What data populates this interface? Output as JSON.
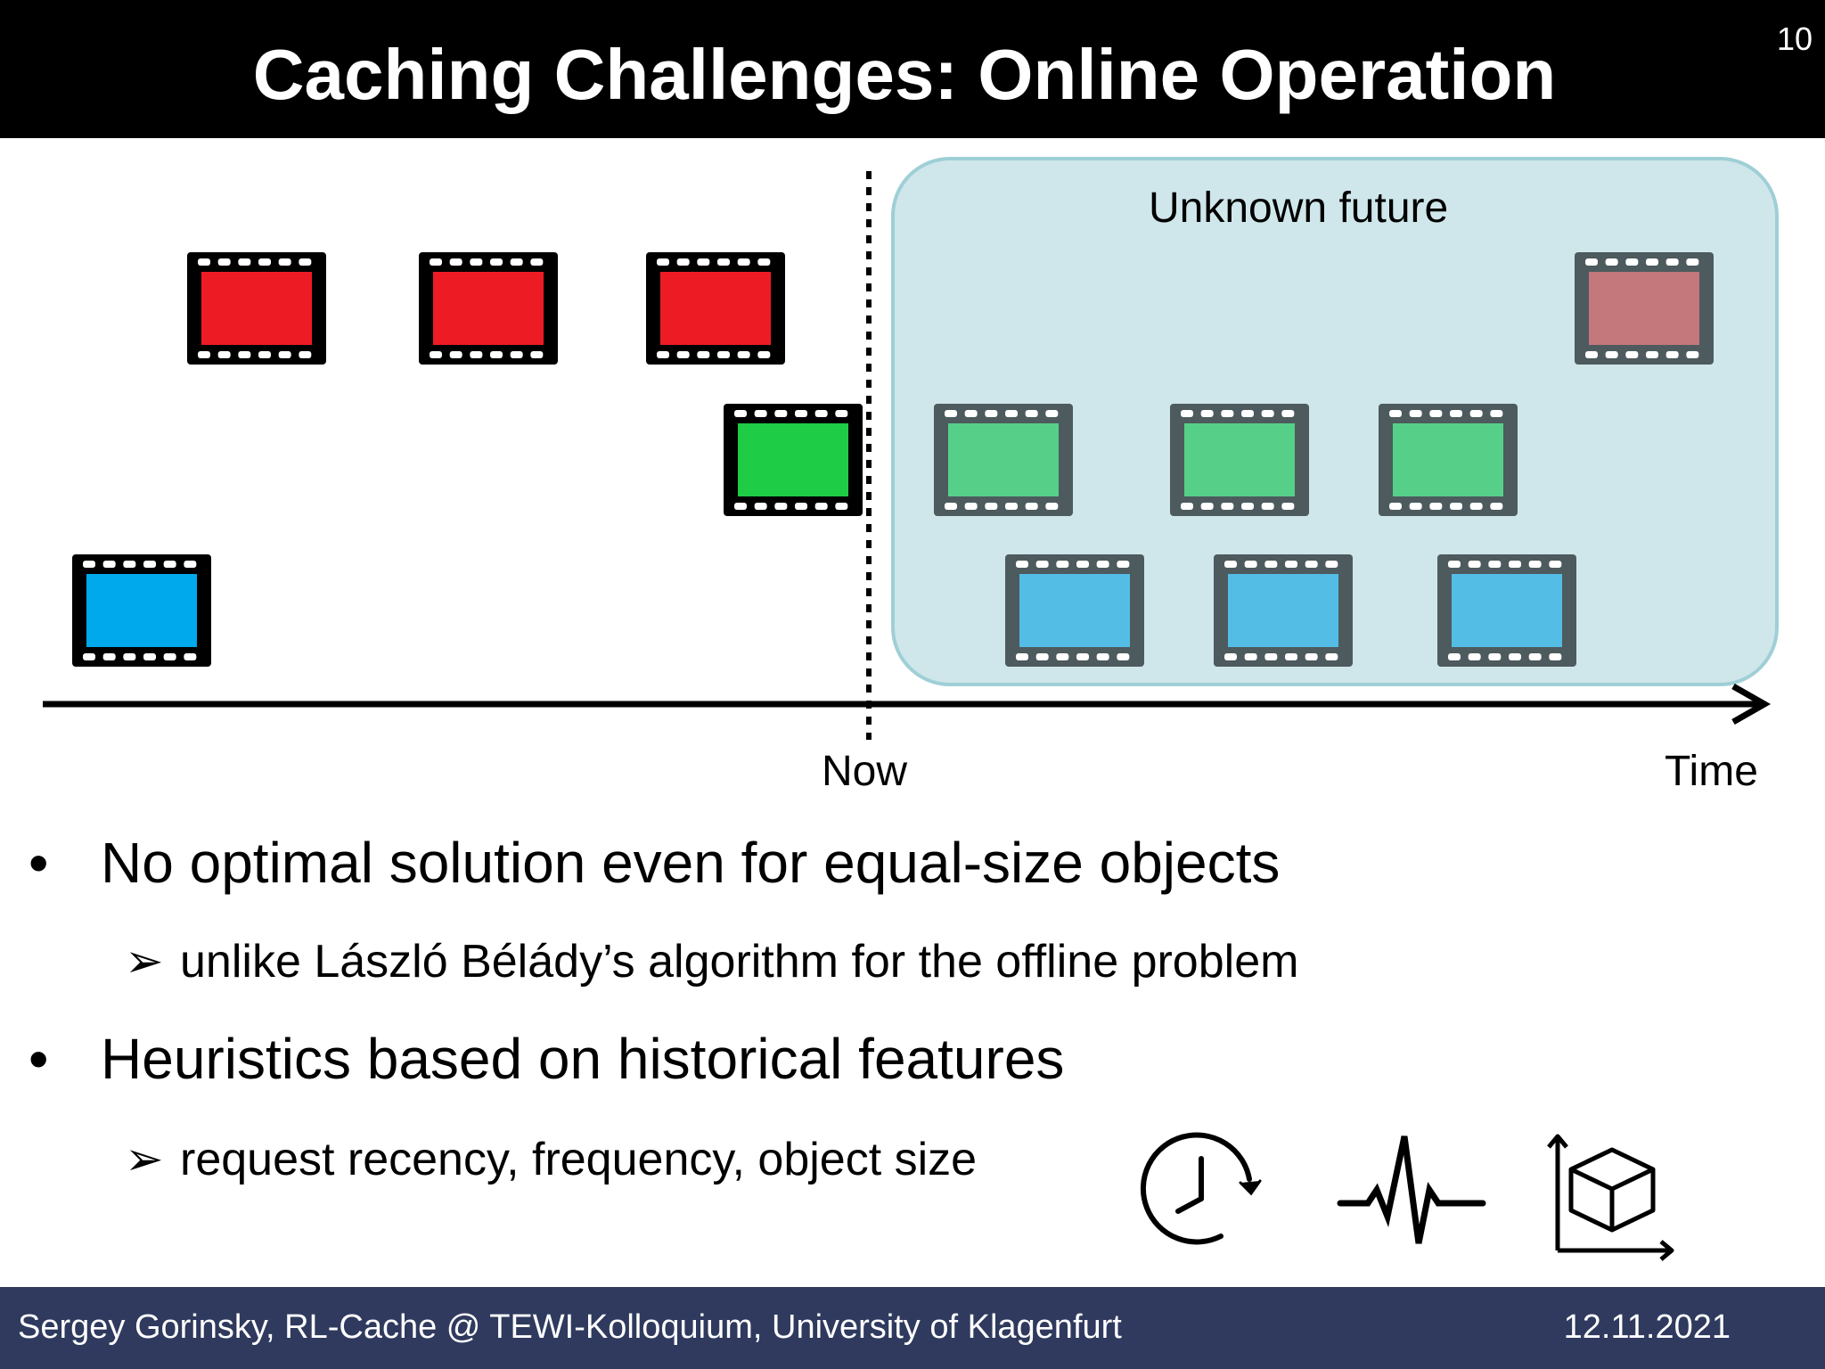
{
  "slide": {
    "title": "Caching Challenges: Online Operation",
    "page_number": "10"
  },
  "diagram": {
    "future_label": "Unknown future",
    "now_label": "Now",
    "time_label": "Time",
    "colors": {
      "past_red": "#ed1c24",
      "past_green": "#1fcc45",
      "past_blue": "#00a8ec",
      "future_red": "#c4787b",
      "future_green": "#56d088",
      "future_blue": "#53bde6",
      "future_region": "#cfe7ea",
      "future_region_border": "#9fcfd6"
    },
    "icons": [
      "film-frame-icon"
    ]
  },
  "bullets": [
    {
      "text": "No optimal solution even for equal-size objects",
      "sub": "unlike László Bélády’s algorithm for the offline problem"
    },
    {
      "text": "Heuristics based on historical features",
      "sub": "request recency, frequency, object size"
    }
  ],
  "feature_icons": [
    "clock-refresh-icon",
    "pulse-icon",
    "cube-axes-icon"
  ],
  "footer": {
    "left": "Sergey Gorinsky, RL-Cache @ TEWI-Kolloquium, University of Klagenfurt",
    "date": "12.11.2021"
  }
}
